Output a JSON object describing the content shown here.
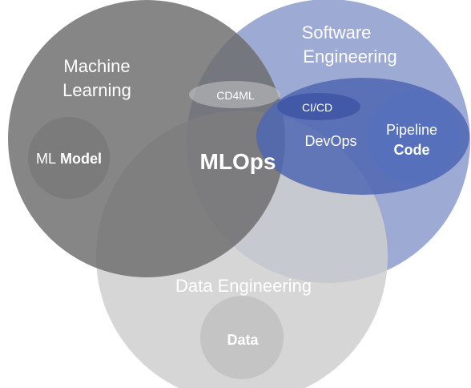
{
  "labels": {
    "machine_learning_line1": "Machine",
    "machine_learning_line2": "Learning",
    "software_engineering_line1": "Software",
    "software_engineering_line2": "Engineering",
    "data_engineering": "Data Engineering",
    "ml_model_prefix": "ML",
    "ml_model_bold": "Model",
    "mlops": "MLOps",
    "cd4ml": "CD4ML",
    "cicd": "CI/CD",
    "devops": "DevOps",
    "pipeline_line1": "Pipeline",
    "pipeline_line2": "Code",
    "data": "Data"
  },
  "colors": {
    "machine_learning": "#6e6e6e",
    "software_engineering": "#8797c9",
    "data_engineering": "#d0d0d0",
    "devops": "#4f67b2",
    "pipeline_code": "#4e64b4",
    "ml_model": "#777777",
    "data": "#c6c6c6",
    "cd4ml": "#c8c8c8",
    "cicd": "#3f56a6",
    "label_text": "#ffffff"
  }
}
